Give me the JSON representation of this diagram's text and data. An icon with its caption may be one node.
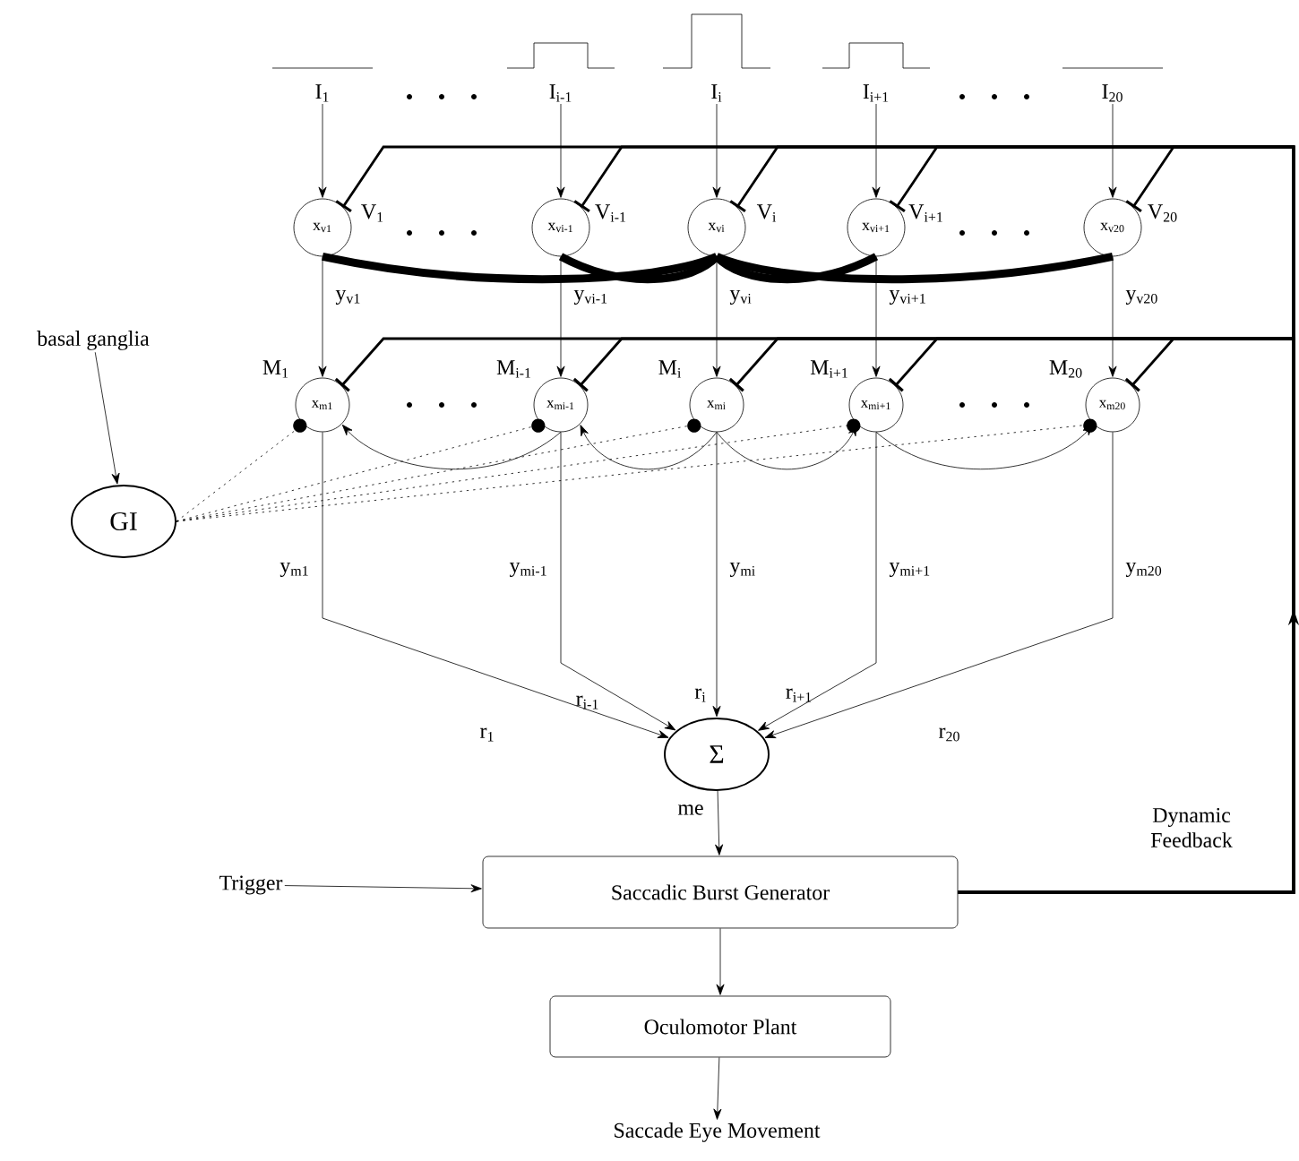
{
  "diagram": {
    "nodes": [
      {
        "text": [
          "I$_{1}$"
        ]
      },
      {
        "text": [
          "I$_{i-1}$"
        ]
      },
      {
        "text": [
          "I$_{i}$"
        ]
      },
      {
        "text": [
          "I$_{i+1}$"
        ]
      },
      {
        "text": [
          "I$_{20}$"
        ]
      },
      {
        "text": [
          "x$_{v1}$"
        ],
        "beside": [
          "V$_{1}$"
        ]
      },
      {
        "text": [
          "x$_{vi-1}$"
        ],
        "beside": [
          "V$_{i-1}$"
        ]
      },
      {
        "text": [
          "x$_{vi}$"
        ],
        "beside": [
          "V$_{i}$"
        ]
      },
      {
        "text": [
          "x$_{vi+1}$"
        ],
        "beside": [
          "V$_{i+1}$"
        ]
      },
      {
        "text": [
          "x$_{v20}$"
        ],
        "beside": [
          "V$_{20}$"
        ]
      },
      {
        "text": [
          "x$_{m1}$"
        ],
        "beside": [
          "M$_{1}$"
        ]
      },
      {
        "text": [
          "x$_{mi-1}$"
        ],
        "beside": [
          "M$_{i-1}$"
        ]
      },
      {
        "text": [
          "x$_{mi}$"
        ],
        "beside": [
          "M$_{i}$"
        ]
      },
      {
        "text": [
          "x$_{mi+1}$"
        ],
        "beside": [
          "M$_{i+1}$"
        ]
      },
      {
        "text": [
          "x$_{m20}$"
        ],
        "beside": [
          "M$_{20}$"
        ]
      },
      {
        "text": [
          "GI"
        ]
      },
      {
        "text": [
          "basal ganglia"
        ]
      },
      {
        "text": [
          "Σ"
        ]
      },
      {
        "text": [
          "Trigger"
        ]
      },
      {
        "text": [
          "Saccadic Burst Generator"
        ]
      },
      {
        "text": [
          "Oculomotor Plant"
        ]
      },
      {
        "text": [
          "Saccade Eye Movement"
        ]
      }
    ],
    "edges": [
      {
        "from": 0,
        "to": 5,
        "arrow": "to"
      },
      {
        "from": 1,
        "to": 6,
        "arrow": "to"
      },
      {
        "from": 2,
        "to": 7,
        "arrow": "to"
      },
      {
        "from": 3,
        "to": 8,
        "arrow": "to"
      },
      {
        "from": 4,
        "to": 9,
        "arrow": "to"
      },
      {
        "from": 5,
        "to": 10,
        "arrow": "to",
        "label": "y$_{v1}$"
      },
      {
        "from": 6,
        "to": 11,
        "arrow": "to",
        "label": "y$_{vi-1}$"
      },
      {
        "from": 7,
        "to": 12,
        "arrow": "to",
        "label": "y$_{vi}$"
      },
      {
        "from": 8,
        "to": 13,
        "arrow": "to",
        "label": "y$_{vi+1}$"
      },
      {
        "from": 9,
        "to": 14,
        "arrow": "to",
        "label": "y$_{v20}$"
      },
      {
        "from": 10,
        "to": 17,
        "arrow": "to",
        "label": "y$_{m1}$"
      },
      {
        "from": 11,
        "to": 17,
        "arrow": "to",
        "label": "y$_{mi-1}$"
      },
      {
        "from": 12,
        "to": 17,
        "arrow": "to",
        "label": "y$_{mi}$"
      },
      {
        "from": 13,
        "to": 17,
        "arrow": "to",
        "label": "y$_{mi+1}$"
      },
      {
        "from": 14,
        "to": 17,
        "arrow": "to",
        "label": "y$_{m20}$"
      },
      {
        "from": 5,
        "to": 7,
        "arrow": "none",
        "style": "thick"
      },
      {
        "from": 6,
        "to": 7,
        "arrow": "none",
        "style": "thick"
      },
      {
        "from": 8,
        "to": 7,
        "arrow": "none",
        "style": "thick"
      },
      {
        "from": 9,
        "to": 7,
        "arrow": "none",
        "style": "thick"
      },
      {
        "from": 19,
        "to": 5,
        "arrow": "other",
        "label": "Dynamic Feedback"
      },
      {
        "from": 19,
        "to": 6,
        "arrow": "other"
      },
      {
        "from": 19,
        "to": 7,
        "arrow": "other"
      },
      {
        "from": 19,
        "to": 8,
        "arrow": "other"
      },
      {
        "from": 19,
        "to": 9,
        "arrow": "other"
      },
      {
        "from": 19,
        "to": 10,
        "arrow": "other"
      },
      {
        "from": 19,
        "to": 11,
        "arrow": "other"
      },
      {
        "from": 19,
        "to": 12,
        "arrow": "other"
      },
      {
        "from": 19,
        "to": 13,
        "arrow": "other"
      },
      {
        "from": 19,
        "to": 14,
        "arrow": "other"
      },
      {
        "from": 11,
        "to": 10,
        "arrow": "to"
      },
      {
        "from": 12,
        "to": 11,
        "arrow": "to"
      },
      {
        "from": 12,
        "to": 13,
        "arrow": "to"
      },
      {
        "from": 13,
        "to": 14,
        "arrow": "to"
      },
      {
        "from": 15,
        "to": 10,
        "arrow": "other",
        "style": "dashed"
      },
      {
        "from": 15,
        "to": 11,
        "arrow": "other",
        "style": "dashed"
      },
      {
        "from": 15,
        "to": 12,
        "arrow": "other",
        "style": "dashed"
      },
      {
        "from": 15,
        "to": 13,
        "arrow": "other",
        "style": "dashed"
      },
      {
        "from": 15,
        "to": 14,
        "arrow": "other",
        "style": "dashed"
      },
      {
        "from": 16,
        "to": 15,
        "arrow": "to"
      },
      {
        "from": 18,
        "to": 19,
        "arrow": "to"
      },
      {
        "from": 17,
        "to": 19,
        "arrow": "to",
        "label": "me"
      },
      {
        "from": 19,
        "to": 20,
        "arrow": "to"
      },
      {
        "from": 20,
        "to": 21,
        "arrow": "to"
      }
    ],
    "labels": [
      "r$_{1}$",
      "r$_{i-1}$",
      "r$_{i}$",
      "r$_{i+1}$",
      "r$_{20}$"
    ]
  }
}
